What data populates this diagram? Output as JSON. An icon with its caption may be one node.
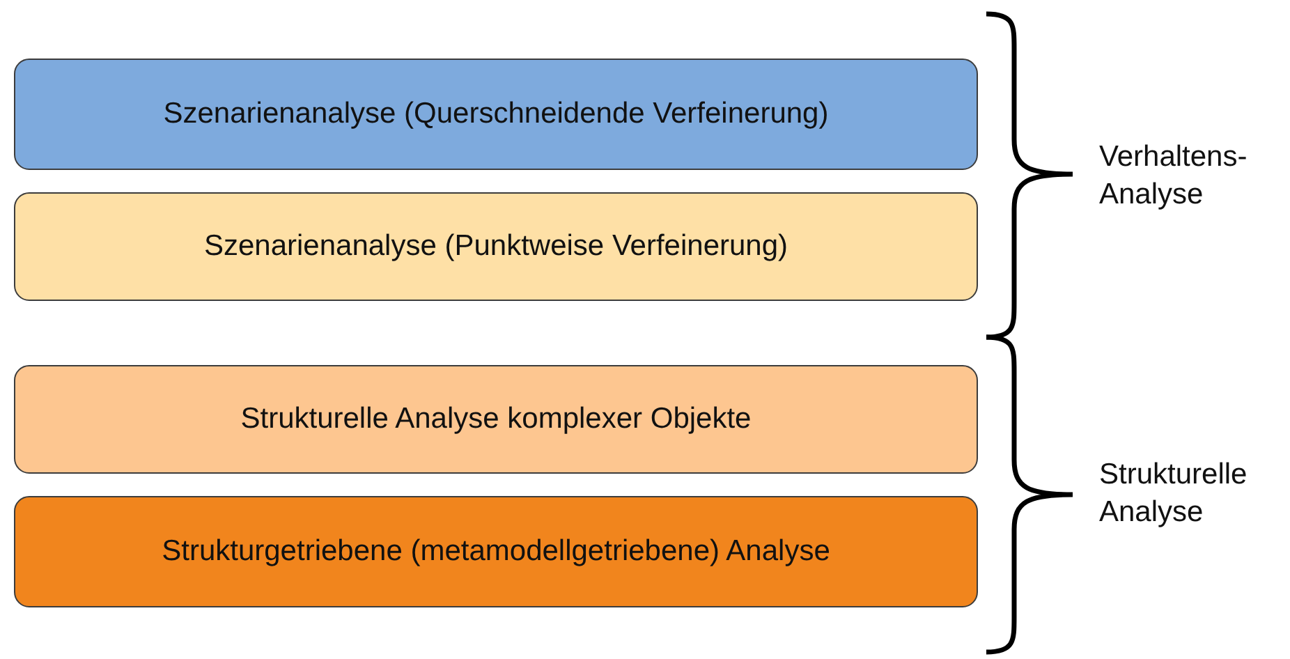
{
  "diagram": {
    "nodes": [
      {
        "text": [
          "Szenarienanalyse (Querschneidende Verfeinerung)"
        ]
      },
      {
        "text": [
          "Szenarienanalyse (Punktweise Verfeinerung)"
        ]
      },
      {
        "text": [
          "Strukturelle Analyse komplexer Objekte"
        ]
      },
      {
        "text": [
          "Strukturgetriebene (metamodellgetriebene) Analyse"
        ]
      }
    ],
    "labels": [
      "Verhaltens- Analyse",
      "Strukturelle Analyse"
    ]
  }
}
